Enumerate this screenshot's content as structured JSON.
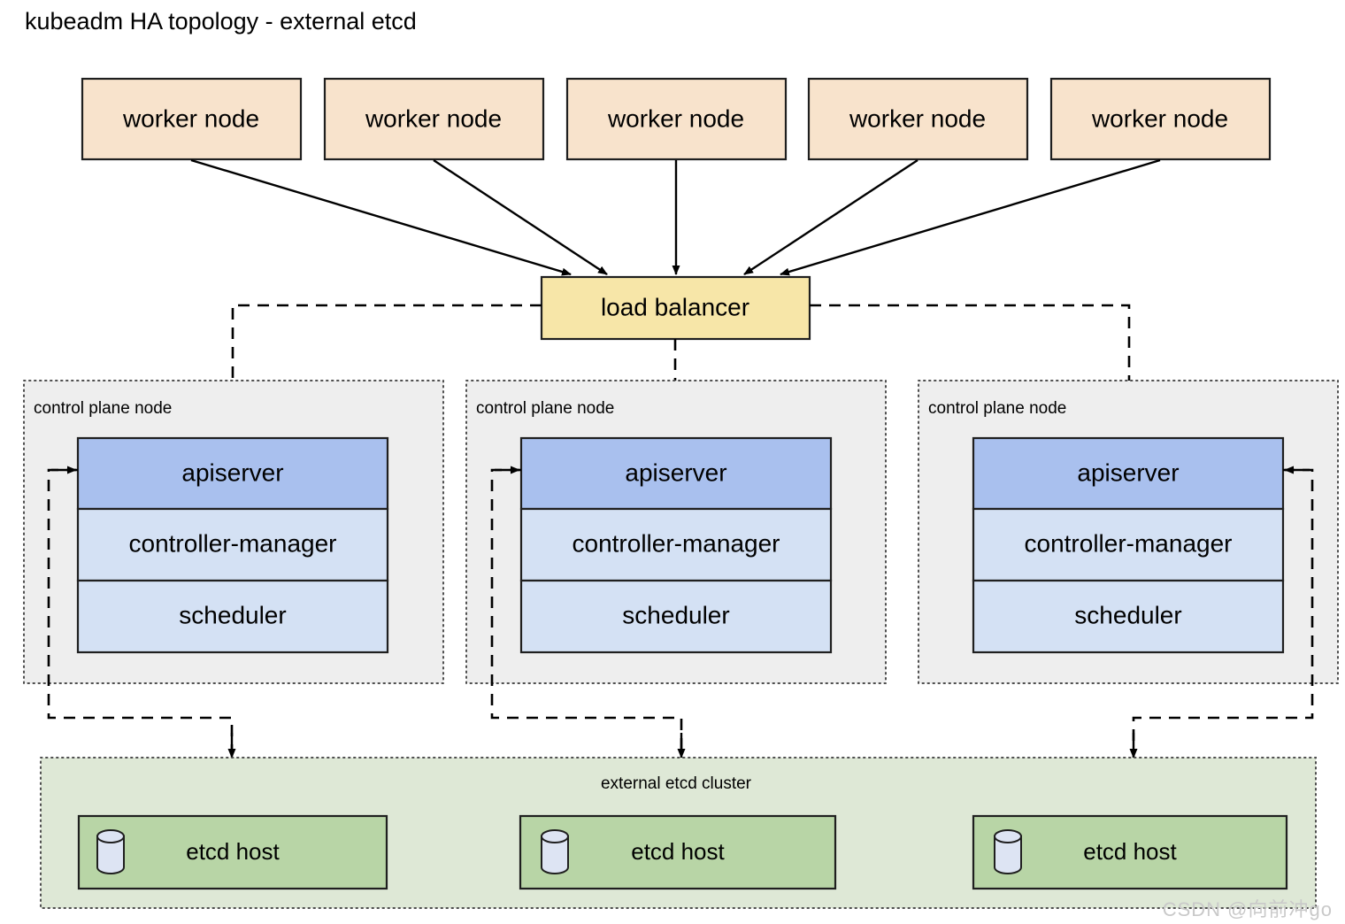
{
  "title": "kubeadm HA topology - external etcd",
  "colors": {
    "worker_fill": "#f8e3cc",
    "load_balancer_fill": "#f7e6a8",
    "apiserver_fill": "#a9c0ee",
    "component_fill": "#d4e1f4",
    "control_plane_group_fill": "#eeeeee",
    "etcd_cluster_fill": "#dee8d6",
    "etcd_host_fill": "#b8d5a6",
    "cylinder_fill": "#dde4f3",
    "stroke": "#1f1f1f",
    "watermark": "#c9c9c9"
  },
  "worker_nodes": [
    {
      "label": "worker node"
    },
    {
      "label": "worker node"
    },
    {
      "label": "worker node"
    },
    {
      "label": "worker node"
    },
    {
      "label": "worker node"
    }
  ],
  "load_balancer": {
    "label": "load balancer"
  },
  "control_planes": [
    {
      "group_label": "control plane node",
      "components": [
        {
          "label": "apiserver",
          "kind": "apiserver"
        },
        {
          "label": "controller-manager",
          "kind": "component"
        },
        {
          "label": "scheduler",
          "kind": "component"
        }
      ]
    },
    {
      "group_label": "control plane node",
      "components": [
        {
          "label": "apiserver",
          "kind": "apiserver"
        },
        {
          "label": "controller-manager",
          "kind": "component"
        },
        {
          "label": "scheduler",
          "kind": "component"
        }
      ]
    },
    {
      "group_label": "control plane node",
      "components": [
        {
          "label": "apiserver",
          "kind": "apiserver"
        },
        {
          "label": "controller-manager",
          "kind": "component"
        },
        {
          "label": "scheduler",
          "kind": "component"
        }
      ]
    }
  ],
  "etcd_cluster": {
    "label": "external etcd cluster",
    "hosts": [
      {
        "label": "etcd host",
        "icon": "database-cylinder-icon"
      },
      {
        "label": "etcd host",
        "icon": "database-cylinder-icon"
      },
      {
        "label": "etcd host",
        "icon": "database-cylinder-icon"
      }
    ]
  },
  "watermark": "CSDN @向前冲go"
}
